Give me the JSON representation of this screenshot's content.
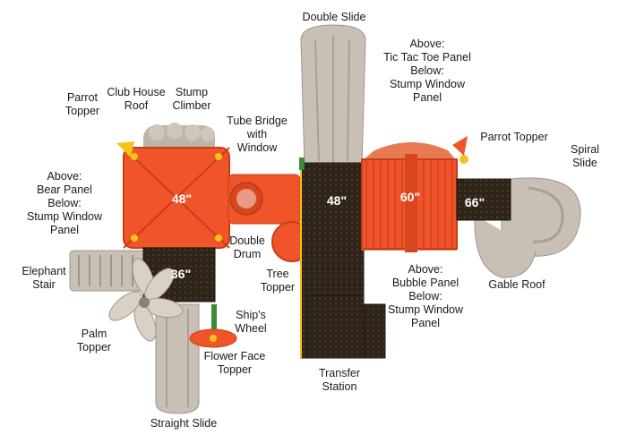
{
  "colors": {
    "roof_orange": "#f0542a",
    "roof_orange_dark": "#c83d18",
    "deck_brown": "#2e2418",
    "slide_tan": "#c8c0b4",
    "slide_tan_dark": "#9e968b",
    "accent_yellow": "#f2c318",
    "accent_green": "#3c8a3a"
  },
  "decks": {
    "d48_left": "48\"",
    "d36": "36\"",
    "d48_mid": "48\"",
    "d60": "60\"",
    "d66": "66\""
  },
  "labels": {
    "double_slide": [
      "Double Slide"
    ],
    "above_tictactoe": [
      "Above:",
      "Tic Tac Toe Panel",
      "Below:",
      "Stump Window",
      "Panel"
    ],
    "parrot_topper_left": [
      "Parrot",
      "Topper"
    ],
    "club_house_roof": [
      "Club House",
      "Roof"
    ],
    "stump_climber": [
      "Stump",
      "Climber"
    ],
    "tube_bridge": [
      "Tube Bridge",
      "with",
      "Window"
    ],
    "parrot_topper_right": [
      "Parrot Topper"
    ],
    "spiral_slide": [
      "Spiral",
      "Slide"
    ],
    "above_bear": [
      "Above:",
      "Bear Panel",
      "Below:",
      "Stump Window",
      "Panel"
    ],
    "double_drum": [
      "Double",
      "Drum"
    ],
    "tree_topper": [
      "Tree",
      "Topper"
    ],
    "elephant_stair": [
      "Elephant",
      "Stair"
    ],
    "above_bubble": [
      "Above:",
      "Bubble Panel",
      "Below:",
      "Stump Window",
      "Panel"
    ],
    "gable_roof": [
      "Gable Roof"
    ],
    "ships_wheel": [
      "Ship's",
      "Wheel"
    ],
    "palm_topper": [
      "Palm",
      "Topper"
    ],
    "flower_face_topper": [
      "Flower Face",
      "Topper"
    ],
    "transfer_station": [
      "Transfer",
      "Station"
    ],
    "straight_slide": [
      "Straight Slide"
    ]
  }
}
